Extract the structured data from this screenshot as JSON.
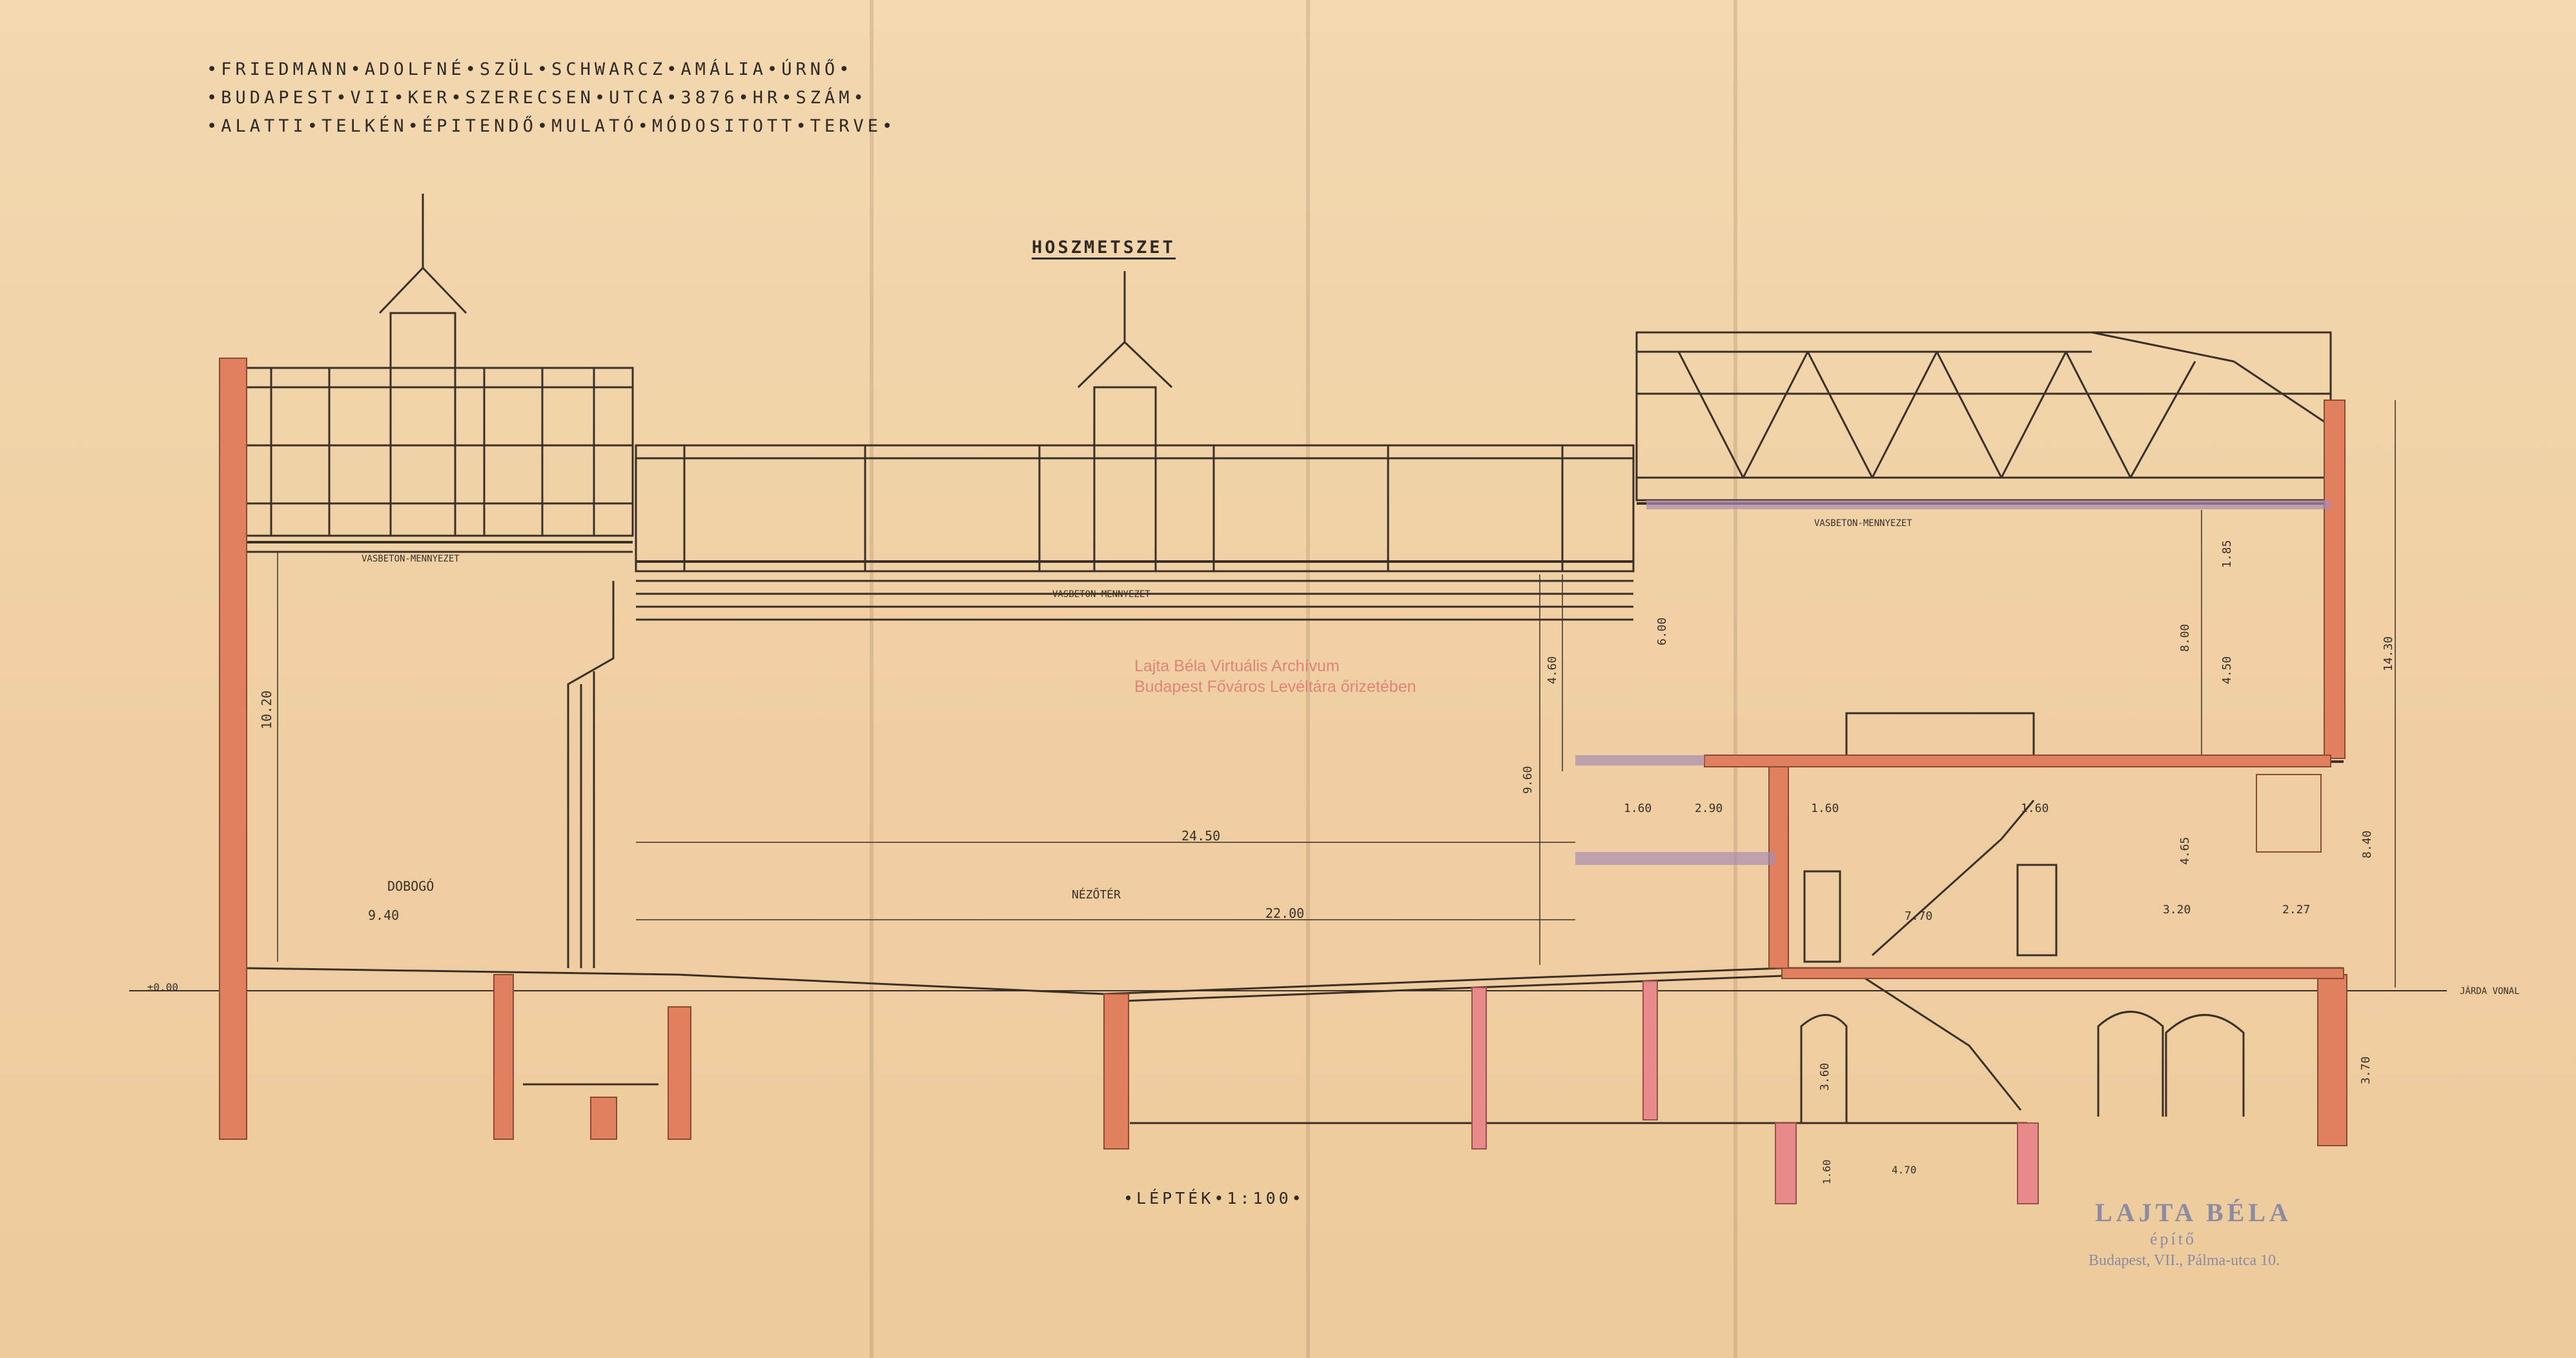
{
  "title_lines": [
    "•FRIEDMANN•ADOLFNÉ•SZÜL•SCHWARCZ•AMÁLIA•ÚRNŐ•",
    "•BUDAPEST•VII•KER•SZERECSEN•UTCA•3876•HR•SZÁM•",
    "•ALATTI•TELKÉN•ÉPITENDŐ•MULATÓ•MÓDOSITOTT•TERVE•"
  ],
  "section_title": "HOSZMETSZET",
  "scale_label": "•LÉPTÉK•1:100•",
  "watermark": {
    "line1": "Lajta Béla Virtuális Archívum",
    "line2": "Budapest Főváros Levéltára őrizetében",
    "color": "#e07070"
  },
  "stamp": {
    "name": "LAJTA BÉLA",
    "role": "építő",
    "address": "Budapest, VII., Pálma-utca 10.",
    "color": "#8d8aa3"
  },
  "room_labels": {
    "stage": "DOBOGÓ",
    "auditorium": "NÉZŐTÉR"
  },
  "slab_labels": {
    "left": "VASBETON-MENNYEZET",
    "center": "VASBETON-MENNYEZET",
    "right": "VASBETON-MENNYEZET"
  },
  "street_level_label": "JÁRDA VONAL",
  "level_mark": "±0.00",
  "dimensions": {
    "stage_height": "10.20",
    "stage_width": "9.40",
    "hall_length": "24.50",
    "hall_floor": "22.00",
    "height_960": "9.60",
    "height_460": "4.60",
    "height_600": "6.00",
    "height_800": "8.00",
    "height_450": "4.50",
    "height_185": "1.85",
    "height_1430": "14.30",
    "height_840": "8.40",
    "height_465": "4.65",
    "height_360": "3.60",
    "height_370": "3.70",
    "span_160a": "1.60",
    "span_290": "2.90",
    "span_160b": "1.60",
    "span_160c": "1.60",
    "span_320": "3.20",
    "span_227": "2.27",
    "span_770": "7.70",
    "depth_160": "1.60",
    "depth_470": "4.70"
  },
  "colors": {
    "paper": "#f1d3a7",
    "ink": "#3a3028",
    "wall_red": "#e0805f",
    "wall_pink": "#e88a8a",
    "slab_lilac": "#a98bb0"
  }
}
